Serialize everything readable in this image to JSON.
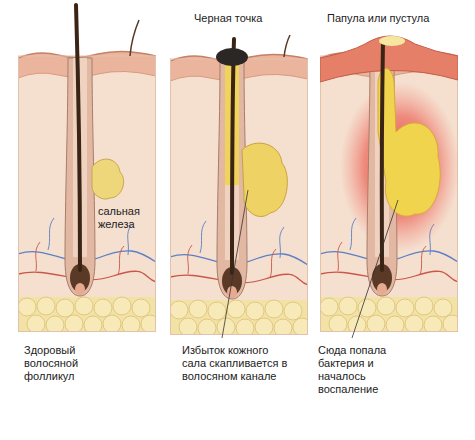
{
  "diagram": {
    "labels": [
      "Черная точка",
      "Папула или пустула",
      "сальная железа",
      "Здоровый волосяной фолликул",
      "Избыток кожного сала скапливается в волосяном канале",
      "Сюда попала бактерия и началось воспаление"
    ]
  }
}
